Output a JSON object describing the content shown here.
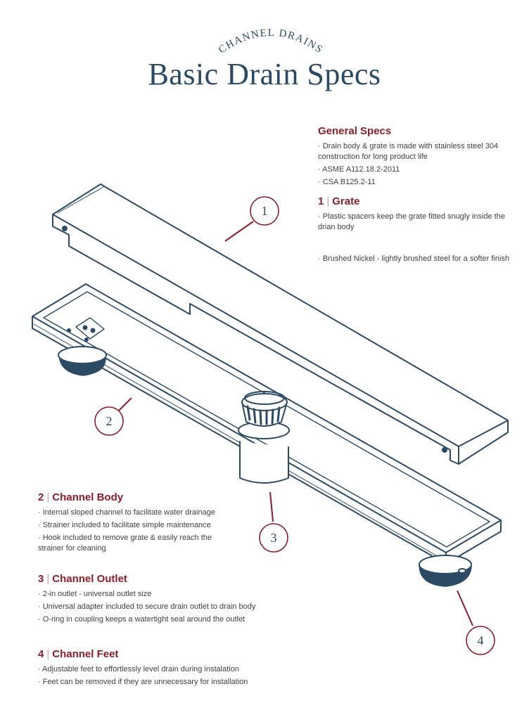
{
  "header": {
    "kicker": "CHANNEL DRAINS",
    "title": "Basic Drain Specs"
  },
  "general": {
    "title": "General Specs",
    "bullets": [
      "· Drain body & grate is made with stainless steel 304 construction for long product life",
      "· ASME A112.18.2-2011",
      "· CSA B125.2-11"
    ]
  },
  "grate": {
    "num": "1",
    "title": "Grate",
    "bullets": [
      "· Plastic spacers keep the grate fitted snugly inside the drian body",
      "· Brushed Nickel - lightly brushed steel for a softer finish"
    ]
  },
  "body": {
    "num": "2",
    "title": "Channel Body",
    "bullets": [
      "· Internal sloped channel to facilitate water drainage",
      "· Strainer included to facilitate simple maintenance",
      "· Hook included to remove grate & easily reach the strainer for cleaning"
    ]
  },
  "outlet": {
    "num": "3",
    "title": "Channel Outlet",
    "bullets": [
      "· 2-in outlet - universal outlet size",
      "· Universal adapter included to secure drain outlet to drain body",
      "· O-ring in coupling keeps a watertight seal around the outlet"
    ]
  },
  "feet": {
    "num": "4",
    "title": "Channel Feet",
    "bullets": [
      "· Adjustable feet to effortlessly level drain during instalation",
      "· Feet can be removed if they are unnecessary for  installation"
    ]
  },
  "callouts": [
    "1",
    "2",
    "3",
    "4"
  ],
  "colors": {
    "navy": "#2c4a63",
    "crimson": "#8b1e2b",
    "text": "#3f3f3f"
  }
}
